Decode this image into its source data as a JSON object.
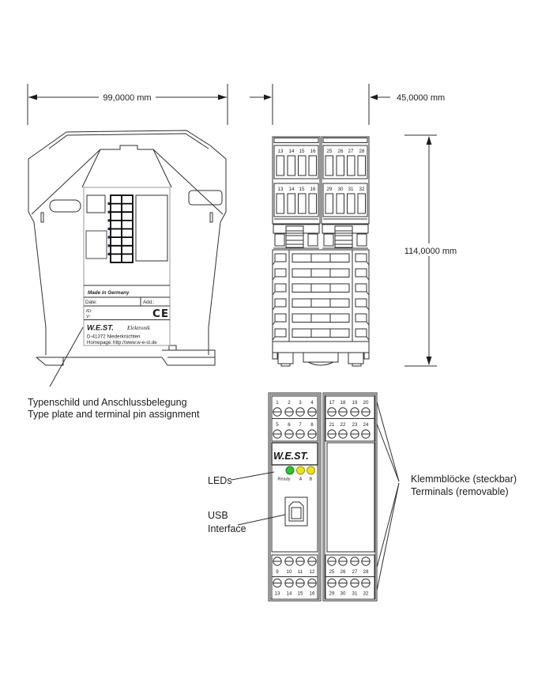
{
  "dimensions": {
    "width_side": "99,0000 mm",
    "width_top": "45,0000 mm",
    "height": "114,0000 mm"
  },
  "side_view": {
    "type_plate": {
      "made_in": "Made in Germany",
      "date_label": "Date:",
      "add_label": "Add.:",
      "id_label": "ID:",
      "v_label": "V:",
      "ce_mark": "CE",
      "brand": "W.E.ST.",
      "brand_suffix": "Elektronik",
      "address": "D-41372 Niederkrüchten",
      "homepage_label": "Homepage:",
      "homepage_url": "http://www.w-e-st.de"
    }
  },
  "top_view": {
    "row1_left": [
      "13",
      "14",
      "15",
      "16"
    ],
    "row1_right": [
      "25",
      "26",
      "27",
      "28"
    ],
    "row2_left": [
      "13",
      "14",
      "15",
      "16"
    ],
    "row2_right": [
      "29",
      "30",
      "31",
      "32"
    ]
  },
  "front_view": {
    "brand": "W.E.ST.",
    "leds": {
      "labels": [
        "Ready",
        "A",
        "B"
      ]
    },
    "top_left_row1": [
      "1",
      "2",
      "3",
      "4"
    ],
    "top_left_row2": [
      "5",
      "6",
      "7",
      "8"
    ],
    "top_right_row1": [
      "17",
      "18",
      "19",
      "20"
    ],
    "top_right_row2": [
      "21",
      "22",
      "23",
      "24"
    ],
    "bottom_left_row1": [
      "9",
      "10",
      "11",
      "12"
    ],
    "bottom_left_row2": [
      "13",
      "14",
      "15",
      "16"
    ],
    "bottom_right_row1": [
      "25",
      "26",
      "27",
      "28"
    ],
    "bottom_right_row2": [
      "29",
      "30",
      "31",
      "32"
    ]
  },
  "annotations": {
    "type_plate_caption_de": "Typenschild und Anschlussbelegung",
    "type_plate_caption_en": "Type plate and terminal pin assignment",
    "leds_label": "LEDs",
    "usb_label_line1": "USB",
    "usb_label_line2": "Interface",
    "terminals_caption_de": "Klemmblöcke (steckbar)",
    "terminals_caption_en": "Terminals (removable)"
  },
  "colors": {
    "line": "#2f2f2f",
    "brand_blue": "#1c1ca0",
    "link_blue": "#2222cc",
    "led_green": "#2fc22f",
    "led_yellow": "#e8e222"
  }
}
